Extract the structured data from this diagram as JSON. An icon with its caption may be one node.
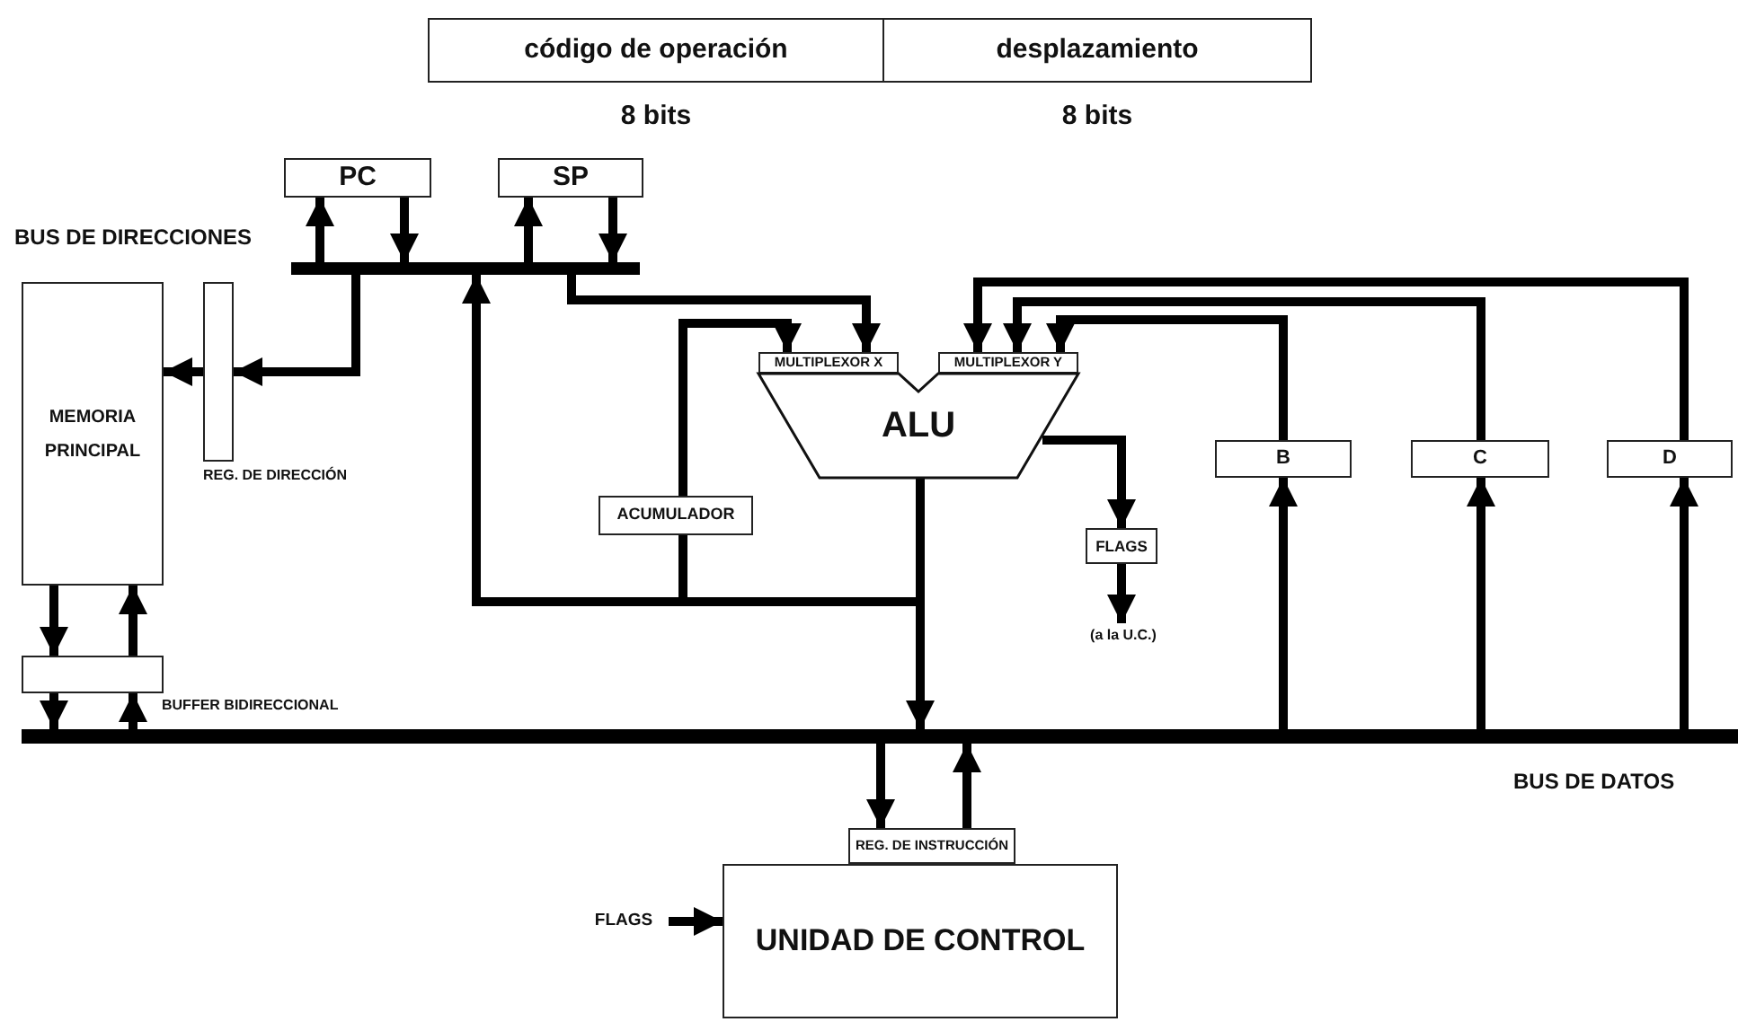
{
  "diagram": {
    "nodes": [
      {
        "text": [
          "código de operación"
        ],
        "beside": [
          "8 bits"
        ]
      },
      {
        "text": [
          "desplazamiento"
        ],
        "beside": [
          "8 bits"
        ]
      },
      {
        "text": [
          "PC"
        ]
      },
      {
        "text": [
          "SP"
        ]
      },
      {
        "text": [],
        "shape": "bar",
        "beside": [
          "BUS DE DIRECCIONES"
        ]
      },
      {
        "text": [
          "MEMORIA PRINCIPAL"
        ]
      },
      {
        "text": [],
        "shape": "box",
        "beside": [
          "REG. DE DIRECCIÓN"
        ]
      },
      {
        "text": [],
        "shape": "box",
        "beside": [
          "BUFFER BIDIRECCIONAL"
        ]
      },
      {
        "text": [
          "MULTIPLEXOR X"
        ]
      },
      {
        "text": [
          "MULTIPLEXOR Y"
        ]
      },
      {
        "text": [
          "ALU"
        ]
      },
      {
        "text": [
          "ACUMULADOR"
        ]
      },
      {
        "text": [
          "FLAGS"
        ]
      },
      {
        "text": [
          "(a la U.C.)"
        ]
      },
      {
        "text": [
          "B"
        ]
      },
      {
        "text": [
          "C"
        ]
      },
      {
        "text": [
          "D"
        ]
      },
      {
        "text": [],
        "shape": "bar",
        "beside": [
          "BUS DE DATOS"
        ]
      },
      {
        "text": [
          "REG. DE INSTRUCCIÓN"
        ]
      },
      {
        "text": [
          "UNIDAD DE CONTROL"
        ]
      },
      {
        "text": [
          "FLAGS"
        ]
      }
    ],
    "edges": [
      {
        "from": 4,
        "to": 2,
        "arrow": "to"
      },
      {
        "from": 2,
        "to": 4,
        "arrow": "to"
      },
      {
        "from": 4,
        "to": 3,
        "arrow": "to"
      },
      {
        "from": 3,
        "to": 4,
        "arrow": "to"
      },
      {
        "from": 4,
        "to": 6,
        "arrow": "to"
      },
      {
        "from": 6,
        "to": 5,
        "arrow": "to"
      },
      {
        "from": 4,
        "to": 8,
        "arrow": "to"
      },
      {
        "from": 10,
        "to": 17,
        "arrow": "to"
      },
      {
        "from": 10,
        "to": 4,
        "arrow": "to"
      },
      {
        "from": 10,
        "to": 11,
        "arrow": "none"
      },
      {
        "from": 11,
        "to": 8,
        "arrow": "to"
      },
      {
        "from": 10,
        "to": 12,
        "arrow": "to"
      },
      {
        "from": 12,
        "to": 13,
        "arrow": "to"
      },
      {
        "from": 14,
        "to": 9,
        "arrow": "to"
      },
      {
        "from": 15,
        "to": 9,
        "arrow": "to"
      },
      {
        "from": 16,
        "to": 9,
        "arrow": "to"
      },
      {
        "from": 17,
        "to": 14,
        "arrow": "to"
      },
      {
        "from": 17,
        "to": 15,
        "arrow": "to"
      },
      {
        "from": 17,
        "to": 16,
        "arrow": "to"
      },
      {
        "from": 5,
        "to": 7,
        "arrow": "to"
      },
      {
        "from": 7,
        "to": 5,
        "arrow": "to"
      },
      {
        "from": 7,
        "to": 17,
        "arrow": "to"
      },
      {
        "from": 17,
        "to": 7,
        "arrow": "to"
      },
      {
        "from": 17,
        "to": 18,
        "arrow": "to"
      },
      {
        "from": 18,
        "to": 17,
        "arrow": "to"
      },
      {
        "from": 20,
        "to": 19,
        "arrow": "to"
      }
    ]
  }
}
